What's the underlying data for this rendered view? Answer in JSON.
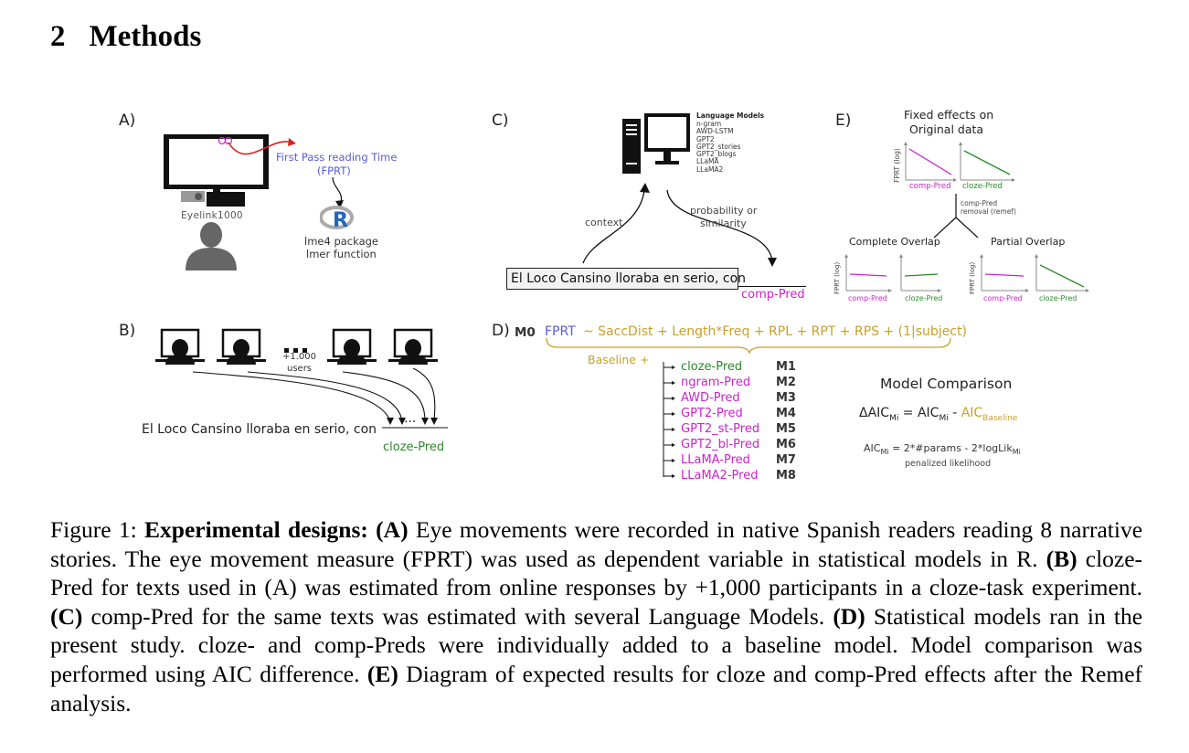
{
  "section": {
    "number": "2",
    "title": "Methods"
  },
  "panelA": {
    "letter": "A)",
    "eyelink": "Eyelink1000",
    "fprt_line1": "First Pass reading Time",
    "fprt_line2": "(FPRT)",
    "lme_line1": "lme4 package",
    "lme_line2": "lmer function",
    "r_logo": "R"
  },
  "panelB": {
    "letter": "B)",
    "users_count": "+1.000",
    "users_label": "users",
    "sentence": "El Loco Cansino lloraba en serio, con",
    "ellipsis": "...",
    "pred_label": "cloze-Pred"
  },
  "panelC": {
    "letter": "C)",
    "lm_title": "Language Models",
    "lm_items": [
      "n-gram",
      "AWD-LSTM",
      "GPT2",
      "GPT2_stories",
      "GPT2_blogs",
      "LLaMA",
      "LLaMA2"
    ],
    "context": "context",
    "prob_line1": "probability or",
    "prob_line2": "similarity",
    "sentence": "El Loco Cansino lloraba en serio, con",
    "pred_label": "comp-Pred"
  },
  "panelD": {
    "letter": "D)",
    "m0": "M0",
    "fprt": "FPRT",
    "formula_rest": "~ SaccDist + Length*Freq + RPL + RPT + RPS + (1|subject)",
    "baseline": "Baseline +",
    "models": [
      {
        "pred": "cloze-Pred",
        "id": "M1",
        "color": "#2a8a2a"
      },
      {
        "pred": "ngram-Pred",
        "id": "M2",
        "color": "#cc22cc"
      },
      {
        "pred": "AWD-Pred",
        "id": "M3",
        "color": "#cc22cc"
      },
      {
        "pred": "GPT2-Pred",
        "id": "M4",
        "color": "#cc22cc"
      },
      {
        "pred": "GPT2_st-Pred",
        "id": "M5",
        "color": "#cc22cc"
      },
      {
        "pred": "GPT2_bl-Pred",
        "id": "M6",
        "color": "#cc22cc"
      },
      {
        "pred": "LLaMA-Pred",
        "id": "M7",
        "color": "#cc22cc"
      },
      {
        "pred": "LLaMA2-Pred",
        "id": "M8",
        "color": "#cc22cc"
      }
    ],
    "comparison_title": "Model Comparison",
    "delta_aic": "ΔAIC",
    "delta_sub": "Mi",
    "eq_aic": "= AIC",
    "eq_sub": "Mi",
    "minus": "-",
    "aic_baseline": "AIC",
    "baseline_sub": "Baseline",
    "aic2": "AIC",
    "aic2_sub": "Mi",
    "aic2_formula": "= 2*#params - 2*logLik",
    "aic2_formula_sub": "Mi",
    "penalized": "penalized likelihood"
  },
  "panelE": {
    "letter": "E)",
    "title_line1": "Fixed effects on",
    "title_line2": "Original data",
    "y_label": "FPRT (log)",
    "comp_label": "comp-Pred",
    "cloze_label": "cloze-Pred",
    "removal_line1": "comp-Pred",
    "removal_line2": "removal (remef)",
    "complete": "Complete Overlap",
    "partial": "Partial Overlap"
  },
  "caption": {
    "fig_label": "Figure 1:",
    "title": "Experimental designs:",
    "a_tag": "(A)",
    "a_text": "Eye movements were recorded in native Spanish readers reading 8 narrative stories. The eye movement measure (FPRT) was used as dependent variable in statistical models in R.",
    "b_tag": "(B)",
    "b_text": "cloze-Pred for texts used in (A) was estimated from online responses by +1,000 participants in a cloze-task experiment.",
    "c_tag": "(C)",
    "c_text": "comp-Pred for the same texts was estimated with several Language Models.",
    "d_tag": "(D)",
    "d_text": "Statistical models ran in the present study. cloze- and comp-Preds were individually added to a baseline model. Model comparison was performed using AIC difference.",
    "e_tag": "(E)",
    "e_text": "Diagram of expected results for cloze and comp-Pred effects after the Remef analysis."
  },
  "colors": {
    "magenta": "#cc22cc",
    "green": "#2a8a2a",
    "gold": "#c8a028",
    "blue": "#5a5ae0",
    "figure_gray": "#6e6e6e"
  }
}
